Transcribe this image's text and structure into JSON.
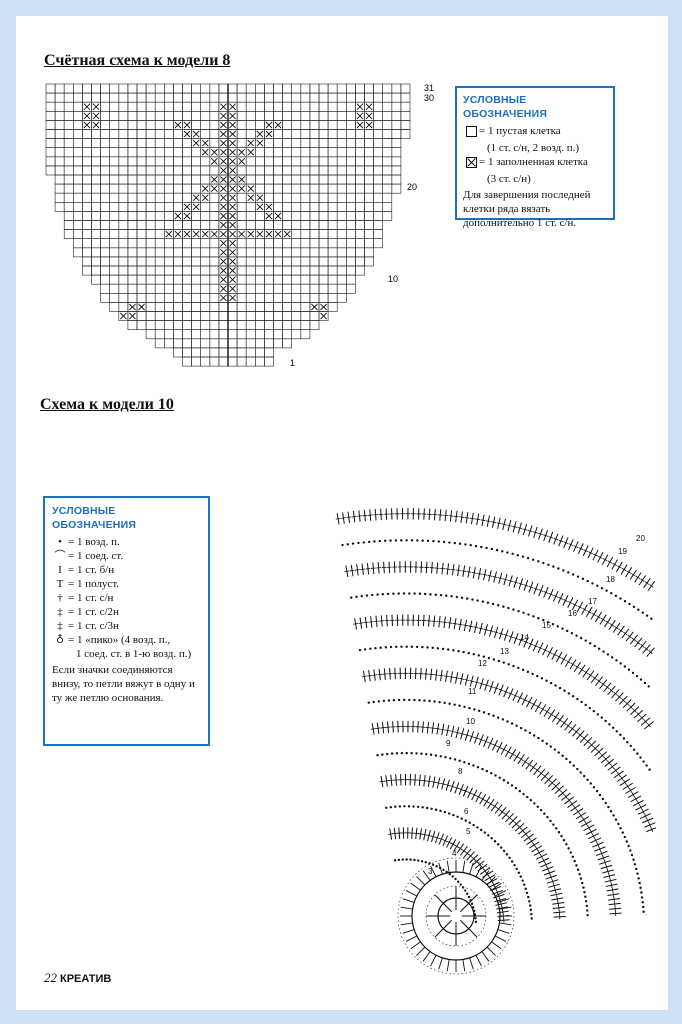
{
  "heading_model8": "Счётная схема к модели 8",
  "heading_model10": "Схема к модели 10",
  "legend1": {
    "title": "УСЛОВНЫЕ ОБОЗНАЧЕНИЯ",
    "empty_cell": "= 1 пустая клетка",
    "empty_cell_detail": "(1 ст. с/н, 2 возд. п.)",
    "filled_cell": "= 1 заполненная клетка",
    "filled_cell_detail": "(3 ст. с/н)",
    "note": "Для завершения последней клетки ряда вязать дополнительно 1 ст. с/н."
  },
  "legend2": {
    "title": "УСЛОВНЫЕ ОБОЗНАЧЕНИЯ",
    "items": [
      "= 1 возд. п.",
      "= 1 соед. ст.",
      "= 1 ст. б/н",
      "= 1 полуст.",
      "= 1 ст. с/н",
      "= 1 ст. с/2н",
      "= 1 ст. с/3н",
      "= 1 «пико» (4 возд. п.,"
    ],
    "pico_detail": "1 соед. ст. в 1-ю возд. п.)",
    "note": "Если значки соединяются внизу, то петли вяжут в одну и ту же петлю основания."
  },
  "filet_row_labels": [
    "31",
    "30",
    "20",
    "10",
    "1"
  ],
  "round_labels": [
    "20",
    "19",
    "18",
    "17",
    "16",
    "15",
    "14",
    "13",
    "12",
    "11",
    "10",
    "9",
    "8",
    "7",
    "6",
    "5",
    "4",
    "3"
  ],
  "footer": {
    "page_number": "22",
    "magazine": "КРЕАТИВ"
  }
}
